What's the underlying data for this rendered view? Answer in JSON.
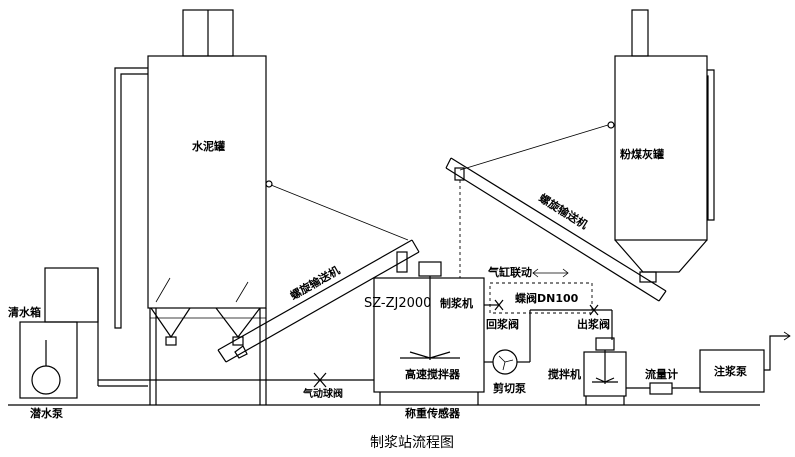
{
  "diagram": {
    "caption": "制浆站流程图",
    "model_label": "SZ-ZJ2000",
    "labels": {
      "cement_silo": "水泥罐",
      "flyash_silo": "粉煤灰罐",
      "screw_conveyor_left": "螺旋输送机",
      "screw_conveyor_right": "螺旋输送机",
      "water_tank": "清水箱",
      "submersible_pump": "潜水泵",
      "pneumatic_ball_valve": "气动球阀",
      "slurry_machine": "制浆机",
      "high_speed_mixer": "高速搅拌器",
      "weighing_sensor": "称重传感器",
      "cylinder_linkage": "气缸联动",
      "butterfly_valve": "蝶阀DN100",
      "return_valve": "回浆阀",
      "outlet_valve": "出浆阀",
      "shear_pump": "剪切泵",
      "agitator": "搅拌机",
      "flowmeter": "流量计",
      "grouting_pump": "注浆泵"
    }
  }
}
